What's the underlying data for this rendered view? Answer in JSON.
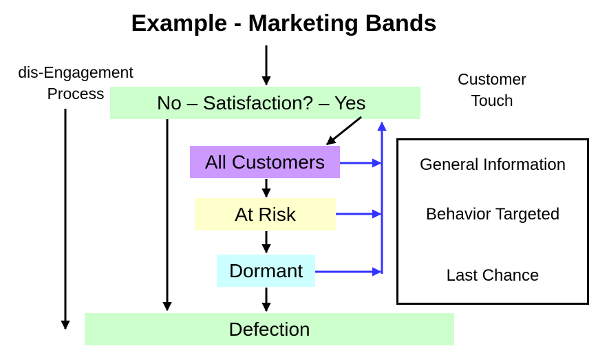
{
  "title": "Example - Marketing Bands",
  "left_label": {
    "line1": "dis-Engagement",
    "line2": "Process"
  },
  "right_label": {
    "line1": "Customer",
    "line2": "Touch"
  },
  "flow": {
    "satisfaction": "No – Satisfaction? – Yes",
    "all_customers": "All Customers",
    "at_risk": "At Risk",
    "dormant": "Dormant",
    "defection": "Defection"
  },
  "touch_items": [
    "General Information",
    "Behavior Targeted",
    "Last Chance"
  ],
  "colors": {
    "satisfaction": "#ccffcc",
    "all_customers": "#cc99ff",
    "at_risk": "#ffffcc",
    "dormant": "#ccffff",
    "defection": "#ccffcc",
    "blue_arrow": "#3333ff"
  }
}
